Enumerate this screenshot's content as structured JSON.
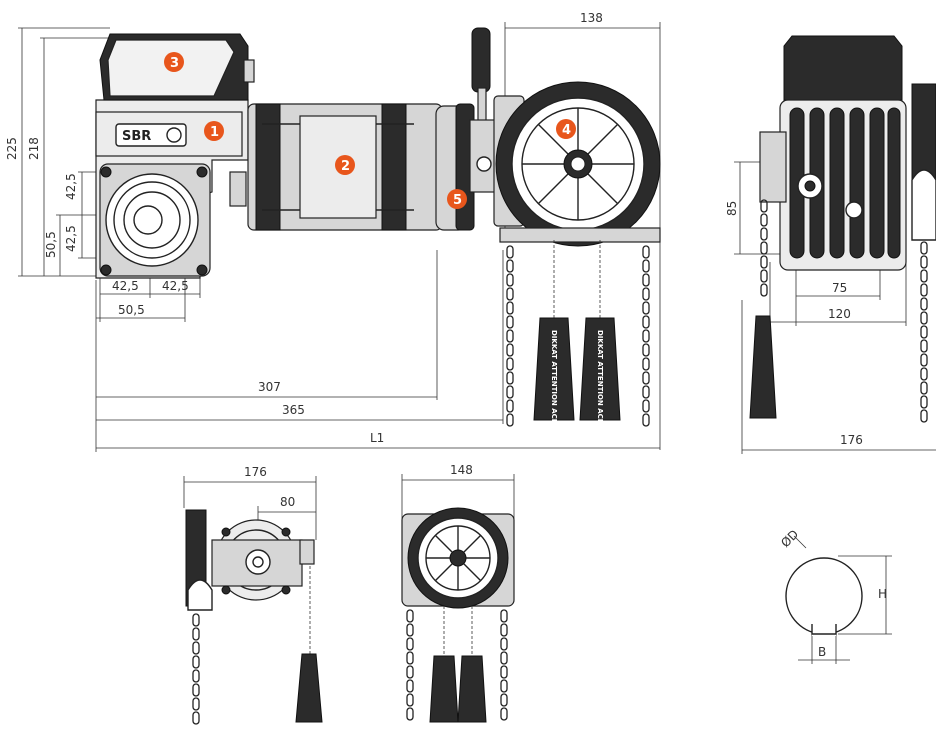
{
  "colors": {
    "accent": "#e8561c",
    "line": "#222222",
    "background": "#ffffff"
  },
  "brand": {
    "logo_text": "SBR"
  },
  "callouts": [
    "1",
    "2",
    "3",
    "4",
    "5"
  ],
  "dimensions": {
    "top_138": "138",
    "left_225": "225",
    "left_218": "218",
    "d425a": "42,5",
    "d505": "50,5",
    "d425b": "42,5",
    "b425_l": "42,5",
    "b425_r": "42,5",
    "b505": "50,5",
    "d307": "307",
    "d365": "365",
    "L1": "L1",
    "side_85": "85",
    "side_75": "75",
    "side_120": "120",
    "side_176": "176",
    "b1_176": "176",
    "b1_80": "80",
    "b2_148": "148",
    "shaft_D": "ØD",
    "shaft_H": "H",
    "shaft_B": "B"
  },
  "weight_tags": [
    "DIKKAT ATTENTION ACHTUNG",
    "DIKKAT ATTENTION ACHTUNG"
  ]
}
